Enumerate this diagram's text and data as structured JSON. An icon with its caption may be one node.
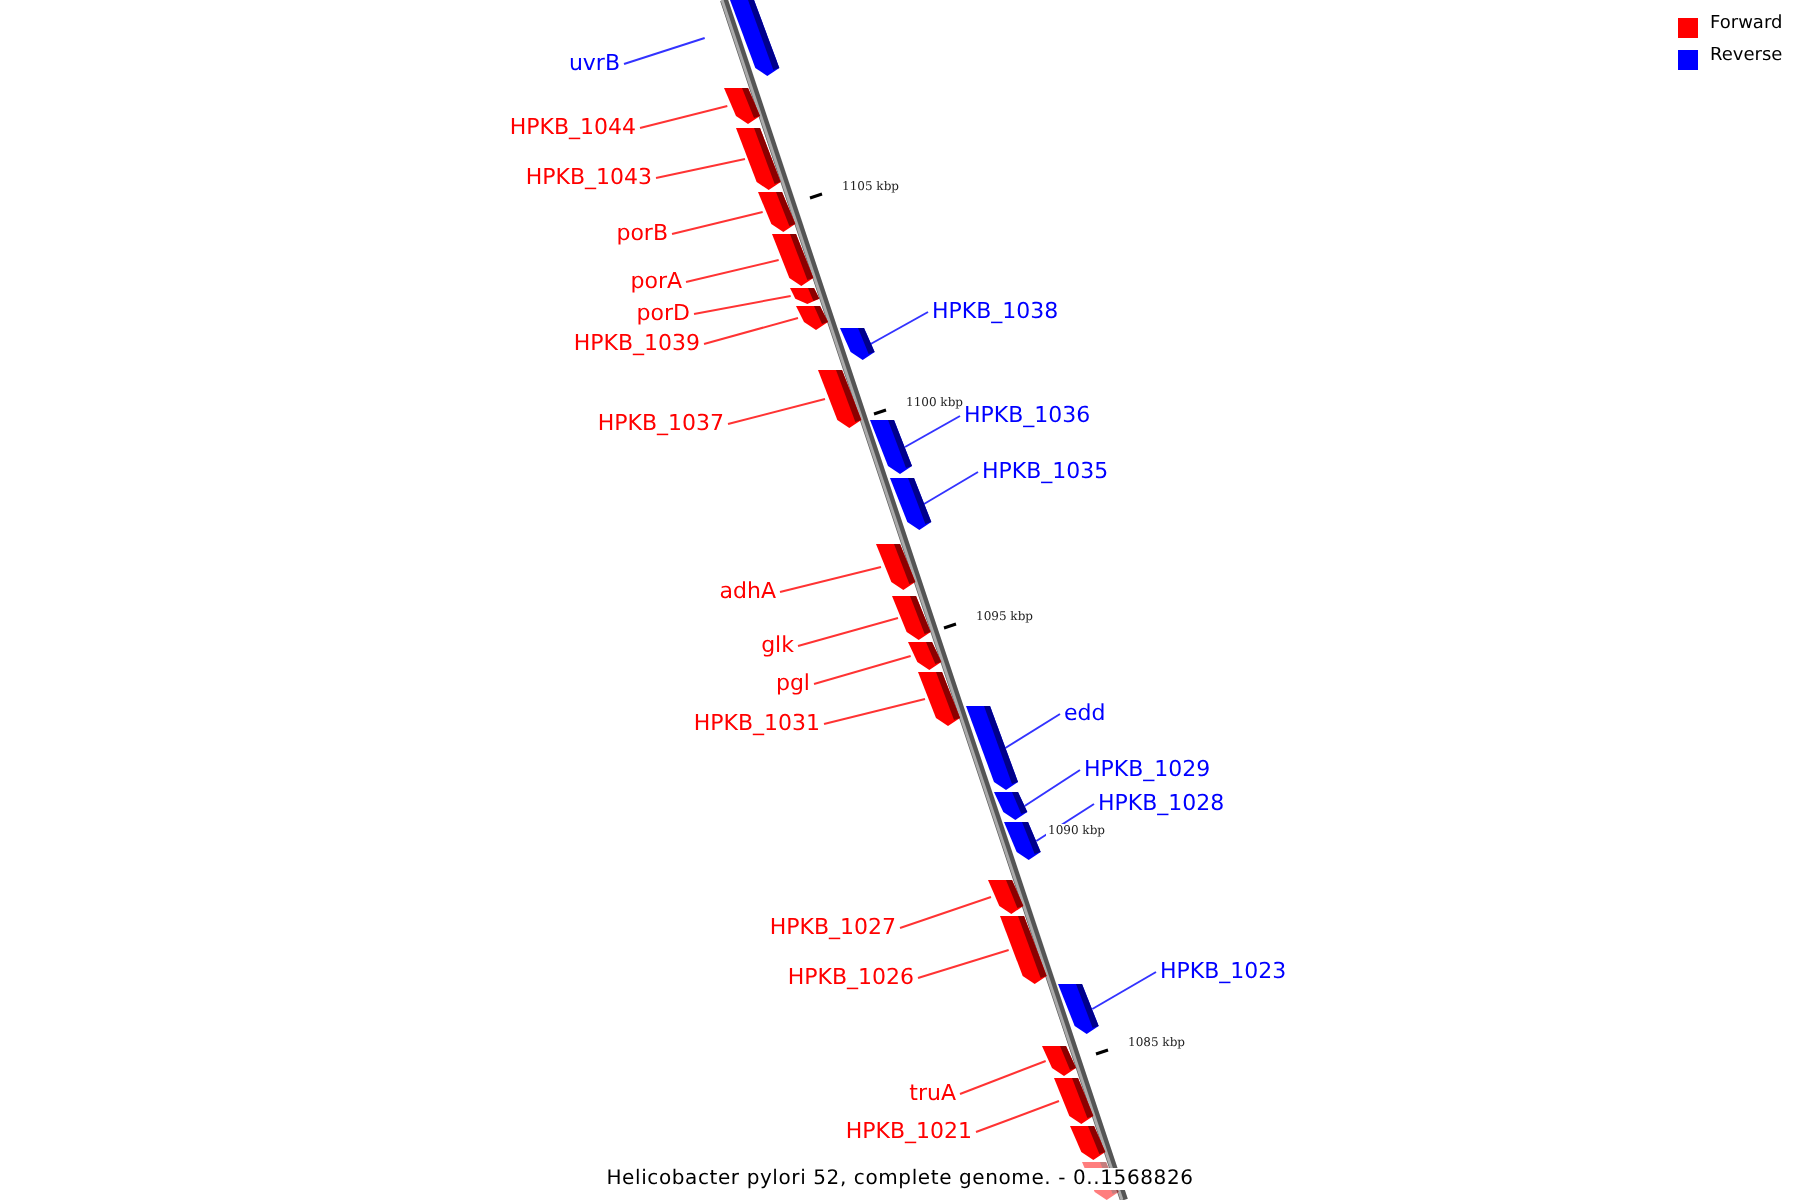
{
  "diagram": {
    "caption": "Helicobacter pylori 52, complete genome. - 0..1568826",
    "nodes": [
      {
        "text": [
          "uvrB"
        ]
      },
      {
        "text": [],
        "shape": "bar"
      },
      {
        "text": [
          "HPKB_1044"
        ]
      },
      {
        "text": [],
        "shape": "bar"
      },
      {
        "text": [
          "HPKB_1043"
        ]
      },
      {
        "text": [],
        "shape": "bar"
      },
      {
        "text": [
          "porB"
        ]
      },
      {
        "text": [],
        "shape": "bar"
      },
      {
        "text": [
          "porA"
        ]
      },
      {
        "text": [],
        "shape": "bar"
      },
      {
        "text": [
          "porD"
        ]
      },
      {
        "text": [],
        "shape": "bar"
      },
      {
        "text": [
          "HPKB_1039"
        ]
      },
      {
        "text": [],
        "shape": "bar"
      },
      {
        "text": [
          "HPKB_1038"
        ]
      },
      {
        "text": [],
        "shape": "bar"
      },
      {
        "text": [
          "HPKB_1037"
        ]
      },
      {
        "text": [],
        "shape": "bar"
      },
      {
        "text": [
          "HPKB_1036"
        ]
      },
      {
        "text": [],
        "shape": "bar"
      },
      {
        "text": [
          "HPKB_1035"
        ]
      },
      {
        "text": [],
        "shape": "bar"
      },
      {
        "text": [
          "adhA"
        ]
      },
      {
        "text": [],
        "shape": "bar"
      },
      {
        "text": [
          "glk"
        ]
      },
      {
        "text": [],
        "shape": "bar"
      },
      {
        "text": [
          "pgl"
        ]
      },
      {
        "text": [],
        "shape": "bar"
      },
      {
        "text": [
          "HPKB_1031"
        ]
      },
      {
        "text": [],
        "shape": "bar"
      },
      {
        "text": [
          "edd"
        ]
      },
      {
        "text": [],
        "shape": "bar"
      },
      {
        "text": [
          "HPKB_1029"
        ]
      },
      {
        "text": [],
        "shape": "bar"
      },
      {
        "text": [
          "HPKB_1028"
        ]
      },
      {
        "text": [],
        "shape": "bar"
      },
      {
        "text": [
          "HPKB_1027"
        ]
      },
      {
        "text": [],
        "shape": "bar"
      },
      {
        "text": [
          "HPKB_1026"
        ]
      },
      {
        "text": [],
        "shape": "bar"
      },
      {
        "text": [
          "HPKB_1023"
        ]
      },
      {
        "text": [],
        "shape": "bar"
      },
      {
        "text": [
          "truA"
        ]
      },
      {
        "text": [],
        "shape": "bar"
      },
      {
        "text": [
          "HPKB_1021"
        ]
      },
      {
        "text": [],
        "shape": "bar"
      },
      {
        "text": [],
        "shape": "bar"
      },
      {
        "text": [],
        "shape": "bar"
      }
    ],
    "edges": [
      {
        "from": 0,
        "to": 1,
        "arrow": "none",
        "color": "#3333ff"
      },
      {
        "from": 2,
        "to": 3,
        "arrow": "none"
      },
      {
        "from": 4,
        "to": 5,
        "arrow": "none"
      },
      {
        "from": 6,
        "to": 7,
        "arrow": "none"
      },
      {
        "from": 8,
        "to": 9,
        "arrow": "none"
      },
      {
        "from": 10,
        "to": 11,
        "arrow": "none"
      },
      {
        "from": 12,
        "to": 13,
        "arrow": "none"
      },
      {
        "from": 14,
        "to": 15,
        "arrow": "none",
        "color": "#3333ff"
      },
      {
        "from": 16,
        "to": 17,
        "arrow": "none"
      },
      {
        "from": 18,
        "to": 19,
        "arrow": "none",
        "color": "#3333ff"
      },
      {
        "from": 20,
        "to": 21,
        "arrow": "none",
        "color": "#3333ff"
      },
      {
        "from": 22,
        "to": 23,
        "arrow": "none"
      },
      {
        "from": 24,
        "to": 25,
        "arrow": "none"
      },
      {
        "from": 26,
        "to": 27,
        "arrow": "none"
      },
      {
        "from": 28,
        "to": 29,
        "arrow": "none"
      },
      {
        "from": 30,
        "to": 31,
        "arrow": "none",
        "color": "#3333ff"
      },
      {
        "from": 32,
        "to": 33,
        "arrow": "none",
        "color": "#3333ff"
      },
      {
        "from": 34,
        "to": 35,
        "arrow": "none",
        "color": "#3333ff"
      },
      {
        "from": 36,
        "to": 37,
        "arrow": "none"
      },
      {
        "from": 38,
        "to": 39,
        "arrow": "none"
      },
      {
        "from": 40,
        "to": 41,
        "arrow": "none",
        "color": "#3333ff"
      },
      {
        "from": 42,
        "to": 43,
        "arrow": "none"
      },
      {
        "from": 44,
        "to": 45,
        "arrow": "none"
      }
    ],
    "labels": [
      "1105 kbp",
      "1100 kbp",
      "1095 kbp",
      "1090 kbp",
      "1085 kbp"
    ],
    "legend": [
      {
        "text": "Forward",
        "color": "#ff0000"
      },
      {
        "text": "Reverse",
        "color": "#0000ff"
      }
    ]
  }
}
